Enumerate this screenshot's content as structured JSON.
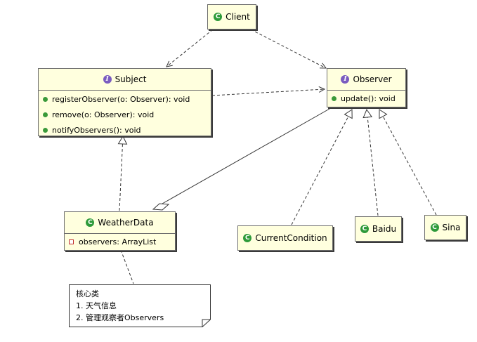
{
  "classes": {
    "client": {
      "name": "Client",
      "kind": "class"
    },
    "subject": {
      "name": "Subject",
      "kind": "interface",
      "methods": [
        "registerObserver(o: Observer): void",
        "remove(o: Observer): void",
        "notifyObservers(): void"
      ]
    },
    "observer": {
      "name": "Observer",
      "kind": "interface",
      "methods": [
        "update(): void"
      ]
    },
    "weatherdata": {
      "name": "WeatherData",
      "kind": "class",
      "fields": [
        "observers: ArrayList"
      ]
    },
    "currentcondition": {
      "name": "CurrentCondition",
      "kind": "class"
    },
    "baidu": {
      "name": "Baidu",
      "kind": "class"
    },
    "sina": {
      "name": "Sina",
      "kind": "class"
    }
  },
  "note": {
    "lines": [
      "核心类",
      "1. 天气信息",
      "2. 管理观察者Observers"
    ]
  },
  "badges": {
    "class": "C",
    "interface": "I"
  },
  "colors": {
    "class_fill": "#ffffde",
    "border": "#6f6f6f",
    "class_badge": "#2e9a3a",
    "interface_badge": "#7a5cc0",
    "edge": "#333333"
  }
}
